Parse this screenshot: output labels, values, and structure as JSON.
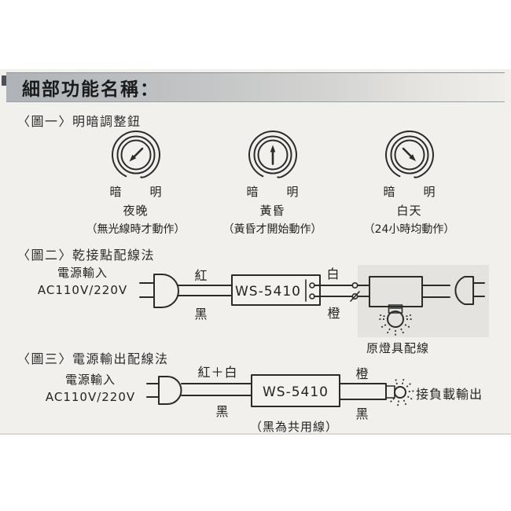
{
  "page": {
    "header_title": "細部功能名稱："
  },
  "colors": {
    "paper": "#f1f0ed",
    "bar_gray": "#afb3b7",
    "ink": "#2b2b2b",
    "lamp_shade": "#e4e3df"
  },
  "figure1": {
    "title": "〈圖一〉明暗調整鈕",
    "dials": [
      {
        "dark": "暗",
        "bright": "明",
        "name": "夜晚",
        "caption": "（無光線時才動作）",
        "pointer": "down-left"
      },
      {
        "dark": "暗",
        "bright": "明",
        "name": "黃昏",
        "caption": "（黃昏才開始動作）",
        "pointer": "up"
      },
      {
        "dark": "暗",
        "bright": "明",
        "name": "白天",
        "caption": "（24小時均動作）",
        "pointer": "down-right"
      }
    ]
  },
  "figure2": {
    "title": "〈圖二〉乾接點配線法",
    "power_input": "電源輸入",
    "voltage": "AC110V/220V",
    "wire_red": "紅",
    "wire_black": "黑",
    "device_label": "WS-5410",
    "wire_white": "白",
    "wire_orange": "橙",
    "lamp_caption": "原燈具配線"
  },
  "figure3": {
    "title": "〈圖三〉電源輸出配線法",
    "power_input": "電源輸入",
    "voltage": "AC110V/220V",
    "wire_red_white": "紅＋白",
    "wire_black_left": "黑",
    "device_label": "WS-5410",
    "device_note": "（黑為共用線）",
    "wire_orange": "橙",
    "wire_black_right": "黑",
    "output_label": "接負載輸出"
  }
}
